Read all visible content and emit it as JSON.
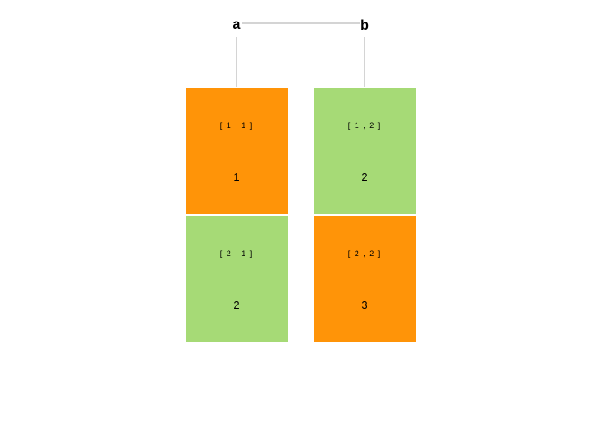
{
  "columns": [
    {
      "label": "a"
    },
    {
      "label": "b"
    }
  ],
  "cells": [
    {
      "index": "[ 1 , 1 ]",
      "value": "1",
      "color": "#ff9408"
    },
    {
      "index": "[ 1 , 2 ]",
      "value": "2",
      "color": "#a6da76"
    },
    {
      "index": "[ 2 , 1 ]",
      "value": "2",
      "color": "#a6da76"
    },
    {
      "index": "[ 2 , 2 ]",
      "value": "3",
      "color": "#ff9408"
    }
  ],
  "colors": {
    "highlight": "#ff9408",
    "normal": "#a6da76",
    "connector": "#aaaaaa"
  }
}
